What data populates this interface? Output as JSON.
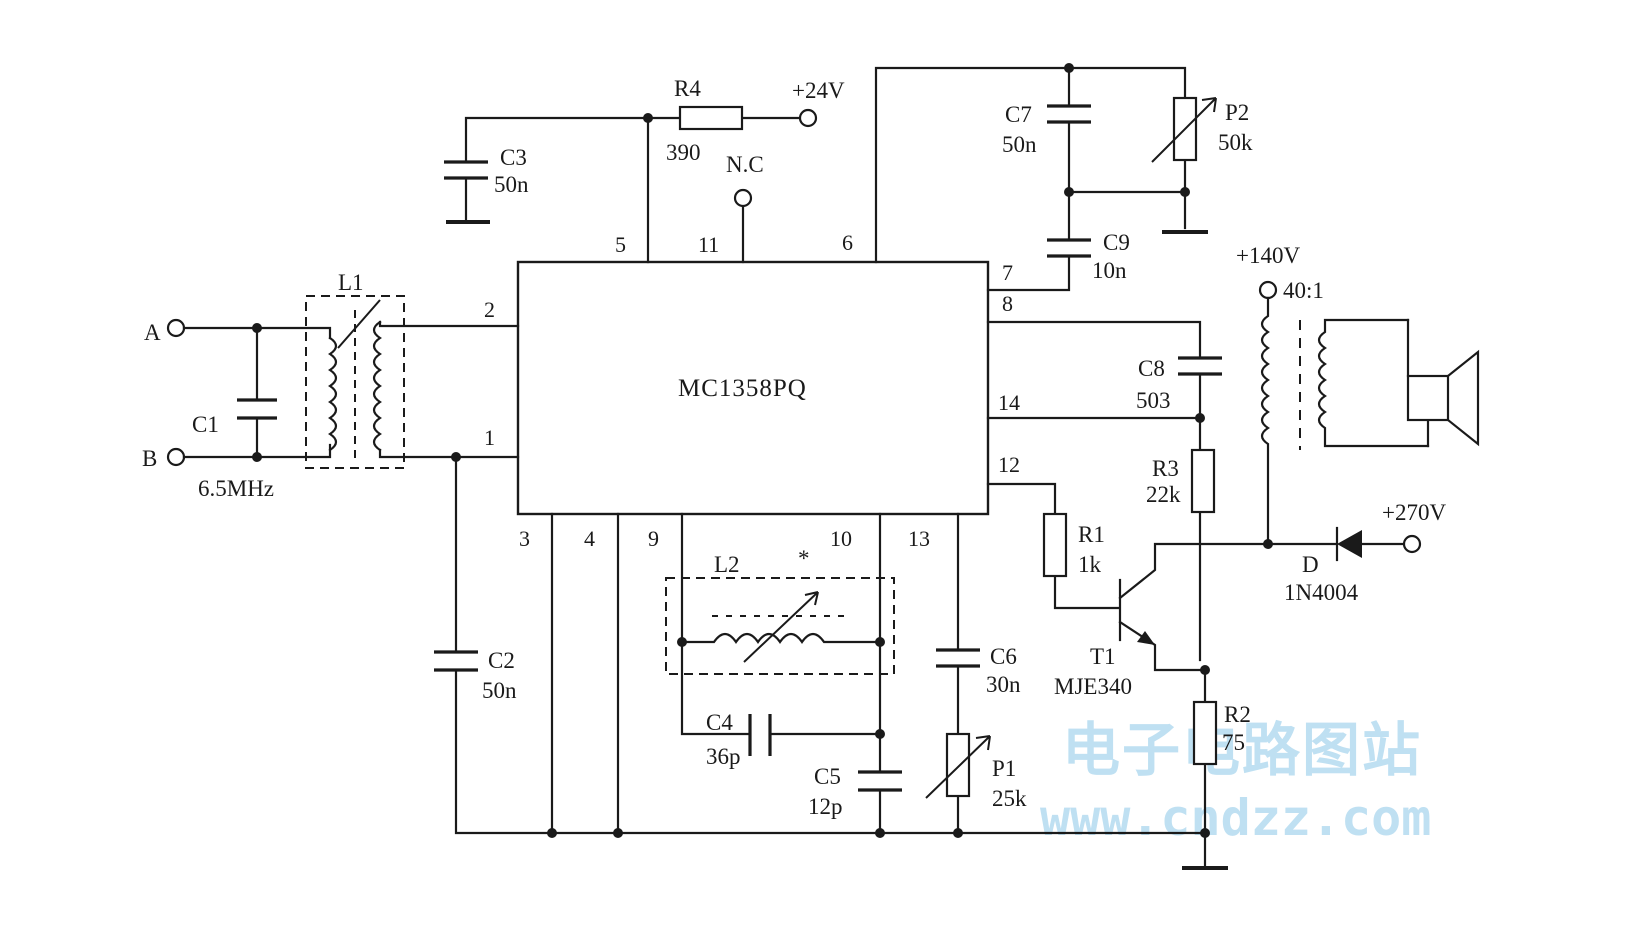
{
  "ic": {
    "name": "MC1358PQ"
  },
  "pins": {
    "p1": "1",
    "p2": "2",
    "p3": "3",
    "p4": "4",
    "p5": "5",
    "p6": "6",
    "p7": "7",
    "p8": "8",
    "p9": "9",
    "p10": "10",
    "p11": "11",
    "p12": "12",
    "p13": "13",
    "p14": "14"
  },
  "terminals": {
    "a": "A",
    "b": "B",
    "nc": "N.C",
    "v24": "+24V",
    "v140": "+140V",
    "v270": "+270V"
  },
  "components": {
    "c1": {
      "ref": "C1",
      "value": "6.5MHz"
    },
    "l1": {
      "ref": "L1"
    },
    "c2": {
      "ref": "C2",
      "value": "50n"
    },
    "c3": {
      "ref": "C3",
      "value": "50n"
    },
    "r4": {
      "ref": "R4",
      "value": "390"
    },
    "c7": {
      "ref": "C7",
      "value": "50n"
    },
    "p2": {
      "ref": "P2",
      "value": "50k"
    },
    "c9": {
      "ref": "C9",
      "value": "10n"
    },
    "c8": {
      "ref": "C8",
      "value": "503"
    },
    "r3": {
      "ref": "R3",
      "value": "22k"
    },
    "r1": {
      "ref": "R1",
      "value": "1k"
    },
    "t1": {
      "ref": "T1",
      "value": "MJE340"
    },
    "r2": {
      "ref": "R2",
      "value": "75"
    },
    "d": {
      "ref": "D",
      "value": "1N4004"
    },
    "tr": {
      "ratio": "40:1"
    },
    "l2": {
      "ref": "L2",
      "mark": "*"
    },
    "c4": {
      "ref": "C4",
      "value": "36p"
    },
    "c5": {
      "ref": "C5",
      "value": "12p"
    },
    "c6": {
      "ref": "C6",
      "value": "30n"
    },
    "p1": {
      "ref": "P1",
      "value": "25k"
    }
  },
  "watermark": {
    "line1": "电子电路图站",
    "line2": "www.cndzz.com"
  },
  "colors": {
    "ink": "#1a1a1a",
    "watermark": "#bfe0f2",
    "background": "#ffffff"
  }
}
